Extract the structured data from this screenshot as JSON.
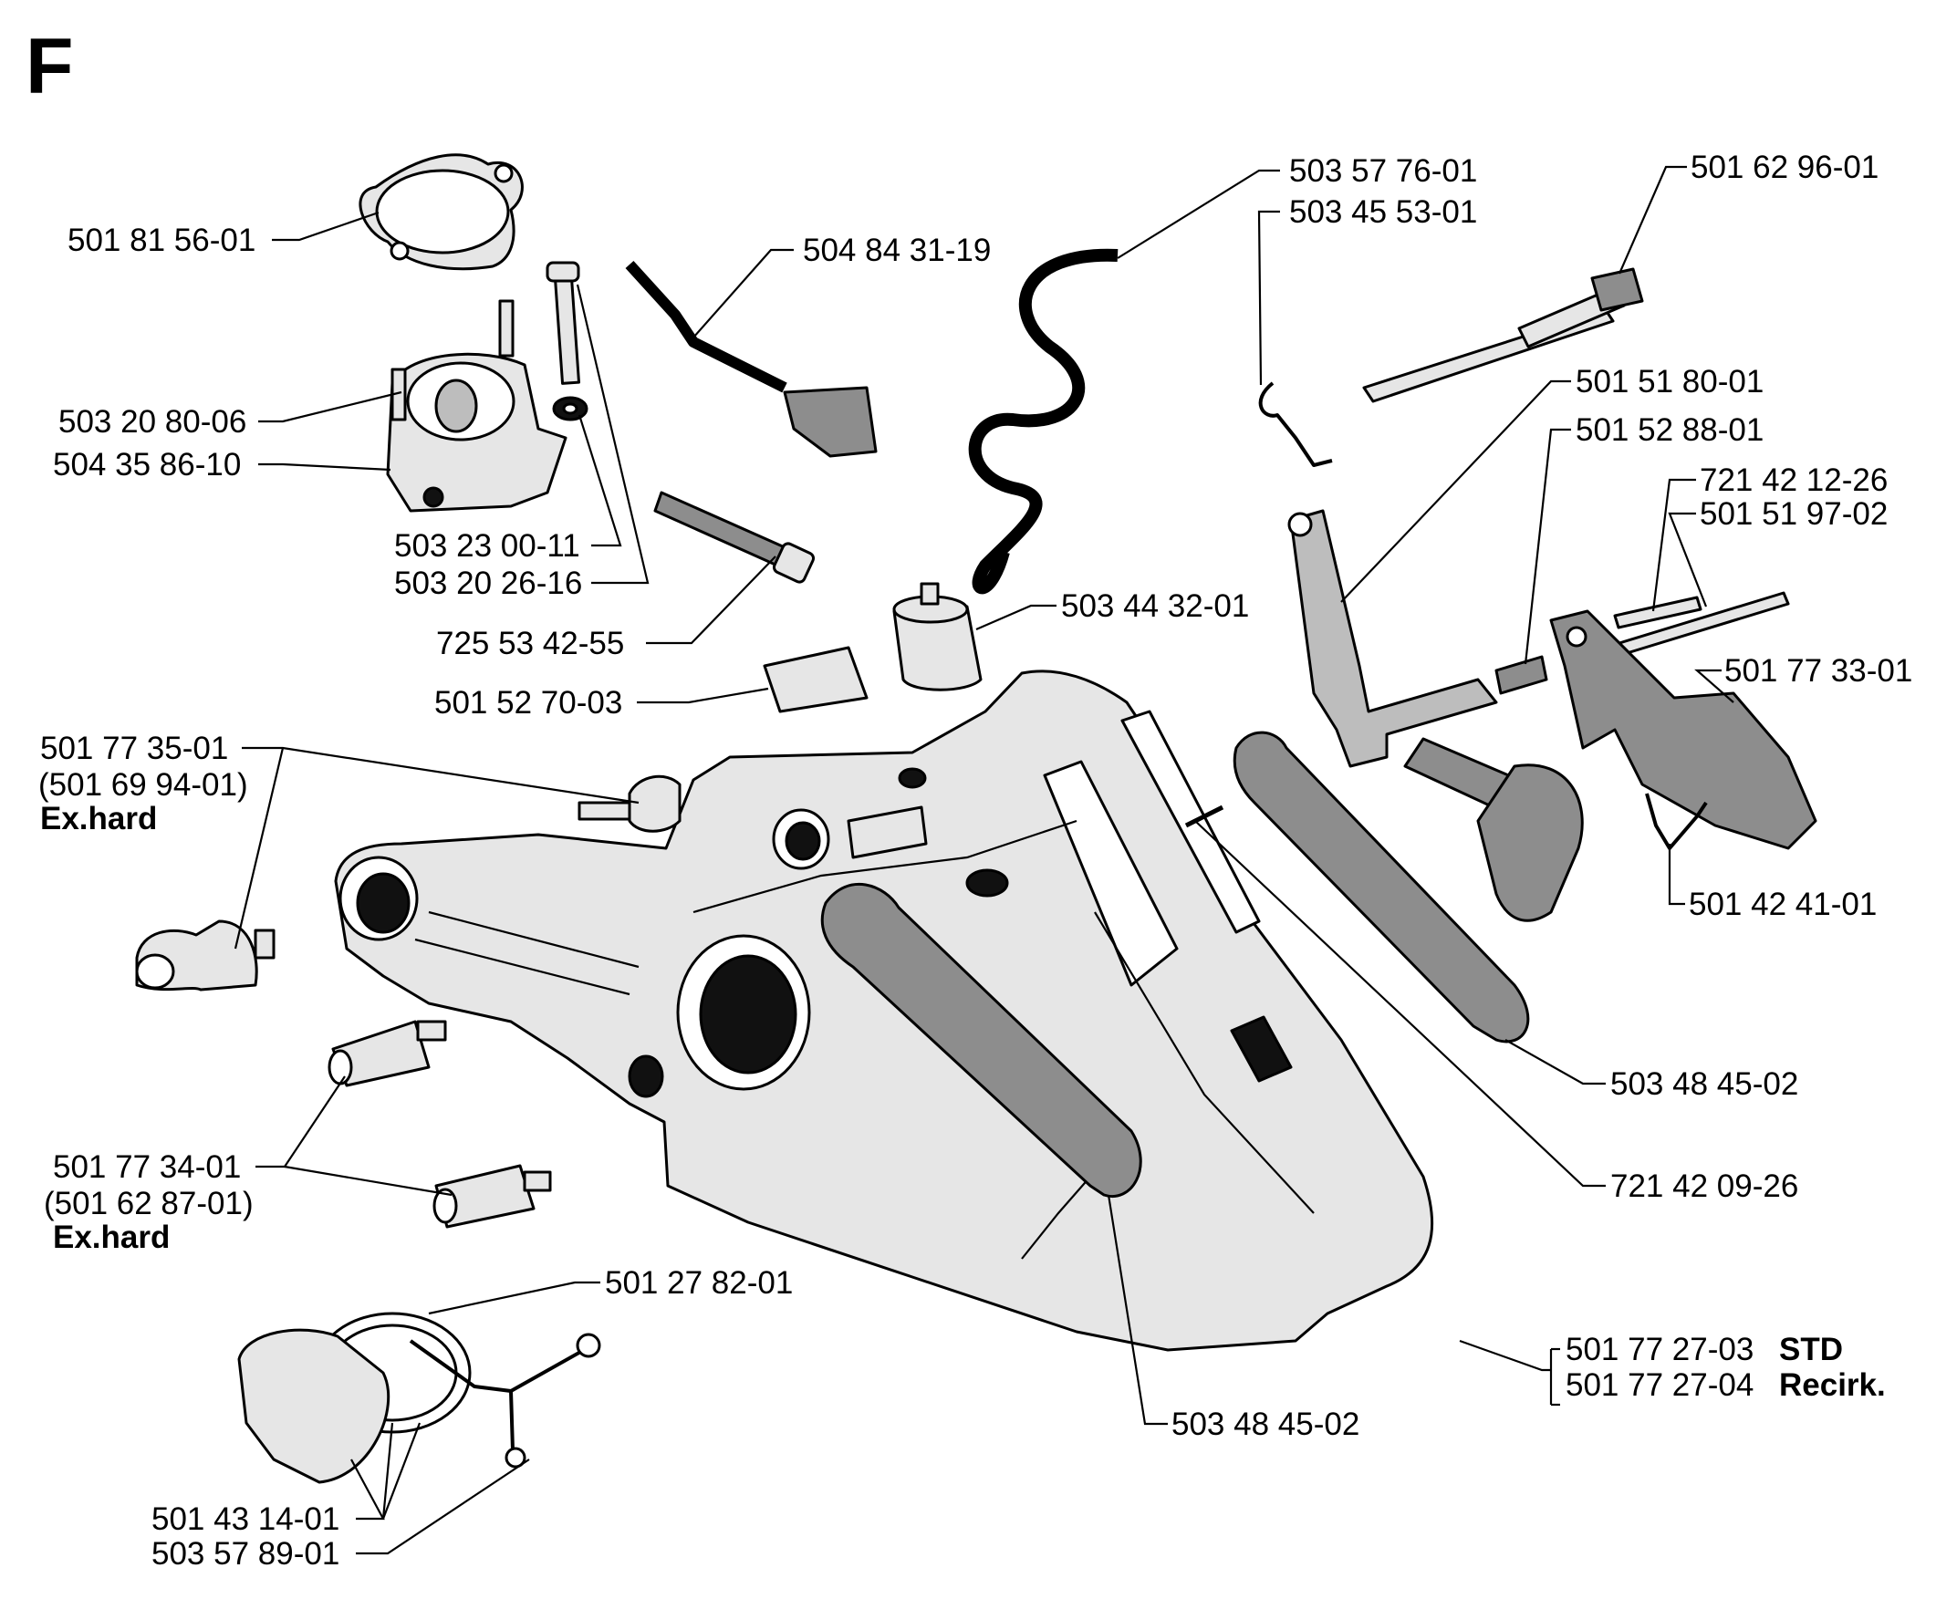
{
  "diagram": {
    "section_letter": "F",
    "callouts": [
      {
        "id": "c01",
        "text": "501 81 56-01"
      },
      {
        "id": "c02",
        "text": "504 84 31-19"
      },
      {
        "id": "c03",
        "text": "503 57 76-01"
      },
      {
        "id": "c04",
        "text": "503 45 53-01"
      },
      {
        "id": "c05",
        "text": "501 62 96-01"
      },
      {
        "id": "c06",
        "text": "503 20 80-06"
      },
      {
        "id": "c07",
        "text": "504 35 86-10"
      },
      {
        "id": "c08",
        "text": "501 51 80-01"
      },
      {
        "id": "c09",
        "text": "501 52 88-01"
      },
      {
        "id": "c10",
        "text": "721 42 12-26"
      },
      {
        "id": "c11",
        "text": "501 51 97-02"
      },
      {
        "id": "c12",
        "text": "503 23 00-11"
      },
      {
        "id": "c13",
        "text": "503 20 26-16"
      },
      {
        "id": "c14",
        "text": "503 44 32-01"
      },
      {
        "id": "c15",
        "text": "725 53 42-55"
      },
      {
        "id": "c16",
        "text": "501 77 33-01"
      },
      {
        "id": "c17",
        "text": "501 52 70-03"
      },
      {
        "id": "c18",
        "text": "501 77 35-01",
        "sub": "(501 69 94-01)",
        "note": "Ex.hard"
      },
      {
        "id": "c19",
        "text": "501 42 41-01"
      },
      {
        "id": "c20",
        "text": "503 48 45-02"
      },
      {
        "id": "c21",
        "text": "721 42 09-26"
      },
      {
        "id": "c22",
        "text": "501 77 34-01",
        "sub": "(501 62 87-01)",
        "note": "Ex.hard"
      },
      {
        "id": "c23",
        "text": "501 27 82-01"
      },
      {
        "id": "c24",
        "text": "501 77 27-03",
        "variant": "STD"
      },
      {
        "id": "c25",
        "text": "501 77 27-04",
        "variant": "Recirk."
      },
      {
        "id": "c26",
        "text": "503 48 45-02"
      },
      {
        "id": "c27",
        "text": "501 43 14-01"
      },
      {
        "id": "c28",
        "text": "503 57 89-01"
      }
    ]
  }
}
